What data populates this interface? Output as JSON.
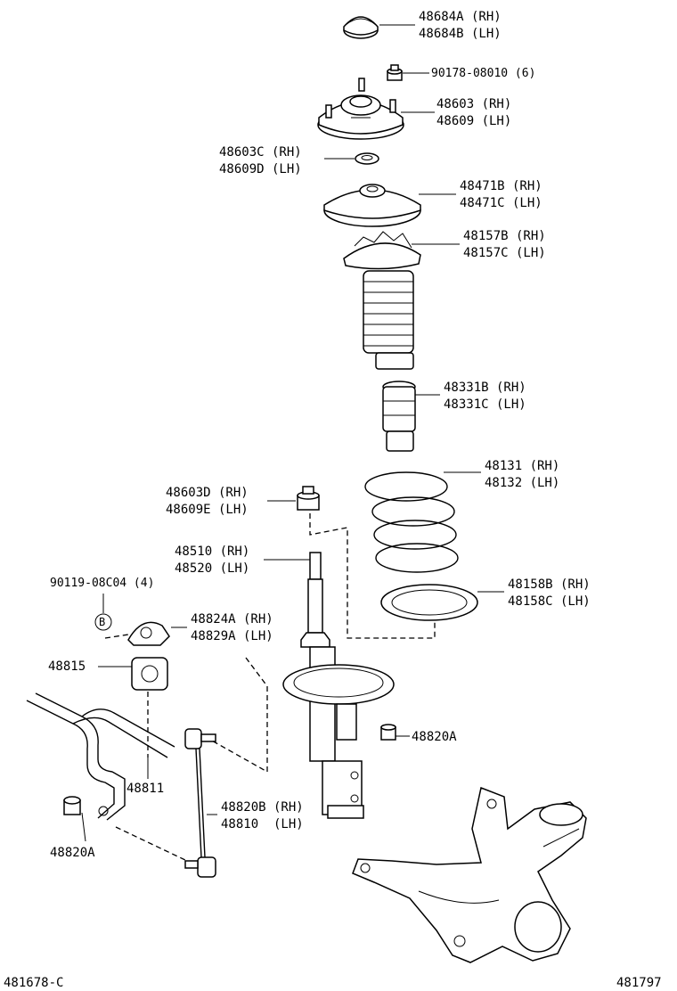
{
  "parts": {
    "cap": [
      "48684A (RH)",
      "48684B (LH)"
    ],
    "nut_top": [
      "90178-08010 (6)"
    ],
    "mount": [
      "48603 (RH)",
      "48609 (LH)"
    ],
    "bearing": [
      "48603C (RH)",
      "48609D (LH)"
    ],
    "spring_seat_upper": [
      "48471B (RH)",
      "48471C (LH)"
    ],
    "boot": [
      "48157B (RH)",
      "48157C (LH)"
    ],
    "bumper": [
      "48331B (RH)",
      "48331C (LH)"
    ],
    "spring": [
      "48131 (RH)",
      "48132 (LH)"
    ],
    "strut_nut": [
      "48603D (RH)",
      "48609E (LH)"
    ],
    "strut": [
      "48510 (RH)",
      "48520 (LH)"
    ],
    "insulator": [
      "48158B (RH)",
      "48158C (LH)"
    ],
    "bolt_b": [
      "90119-08C04 (4)"
    ],
    "bracket": [
      "48824A (RH)",
      "48829A (LH)"
    ],
    "bushing": [
      "48815"
    ],
    "stabilizer": [
      "48811"
    ],
    "nut_right": [
      "48820A"
    ],
    "link": [
      "48820B (RH)",
      "48810  (LH)"
    ],
    "nut_left": [
      "48820A"
    ],
    "callout_b": "B"
  },
  "footer": {
    "left": "481678-C",
    "right": "481797"
  }
}
